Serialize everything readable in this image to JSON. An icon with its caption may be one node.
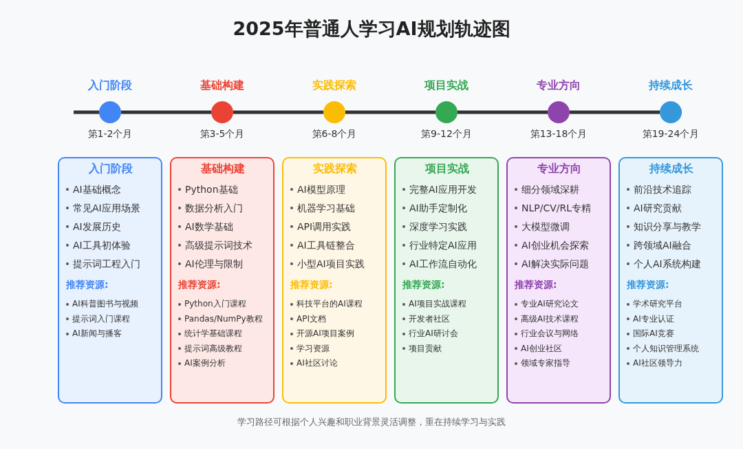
{
  "diagram": {
    "title": "2025年普通人学习AI规划轨迹图",
    "nodes": [
      {
        "text": [
          "入门阶段"
        ],
        "beside": [
          "第1-2个月"
        ]
      },
      {
        "text": [
          "基础构建"
        ],
        "beside": [
          "第3-5个月"
        ]
      },
      {
        "text": [
          "实践探索"
        ],
        "beside": [
          "第6-8个月"
        ]
      },
      {
        "text": [
          "项目实战"
        ],
        "beside": [
          "第9-12个月"
        ]
      },
      {
        "text": [
          "专业方向"
        ],
        "beside": [
          "第13-18个月"
        ]
      },
      {
        "text": [
          "持续成长"
        ],
        "beside": [
          "第19-24个月"
        ]
      },
      {
        "text": [
          "入门阶段",
          "AI基础概念",
          "常见AI应用场景",
          "AI发展历史",
          "AI工具初体验",
          "提示词工程入门",
          "推荐资源:",
          "AI科普图书与视频",
          "提示词入门课程",
          "AI新闻与播客"
        ]
      },
      {
        "text": [
          "基础构建",
          "Python基础",
          "数据分析入门",
          "AI数学基础",
          "高级提示词技术",
          "AI伦理与限制",
          "推荐资源:",
          "Python入门课程",
          "Pandas/NumPy教程",
          "统计学基础课程",
          "提示词高级教程",
          "AI案例分析"
        ]
      },
      {
        "text": [
          "实践探索",
          "AI模型原理",
          "机器学习基础",
          "API调用实践",
          "AI工具链整合",
          "小型AI项目实践",
          "推荐资源:",
          "科技平台的AI课程",
          "API文档",
          "开源AI项目案例",
          "学习资源",
          "AI社区讨论"
        ]
      },
      {
        "text": [
          "项目实战",
          "完整AI应用开发",
          "AI助手定制化",
          "深度学习实践",
          "行业特定AI应用",
          "AI工作流自动化",
          "推荐资源:",
          "AI项目实战课程",
          "开发者社区",
          "行业AI研讨会",
          "项目贡献"
        ]
      },
      {
        "text": [
          "专业方向",
          "细分领域深耕",
          "NLP/CV/RL专精",
          "大模型微调",
          "AI创业机会探索",
          "AI解决实际问题",
          "推荐资源:",
          "专业AI研究论文",
          "高级AI技术课程",
          "行业会议与网络",
          "AI创业社区",
          "领域专家指导"
        ]
      },
      {
        "text": [
          "持续成长",
          "前沿技术追踪",
          "AI研究贡献",
          "知识分享与教学",
          "跨领域AI融合",
          "个人AI系统构建",
          "推荐资源:",
          "学术研究平台",
          "AI专业认证",
          "国际AI竞赛",
          "个人知识管理系统",
          "AI社区领导力"
        ]
      }
    ],
    "edges": [
      {
        "from": 0,
        "to": 1,
        "arrow": "none"
      },
      {
        "from": 1,
        "to": 2,
        "arrow": "none"
      },
      {
        "from": 2,
        "to": 3,
        "arrow": "none"
      },
      {
        "from": 3,
        "to": 4,
        "arrow": "none"
      },
      {
        "from": 4,
        "to": 5,
        "arrow": "none"
      }
    ],
    "caption": "学习路径可根据个人兴趣和职业背景灵活调整，重在持续学习与实践"
  }
}
